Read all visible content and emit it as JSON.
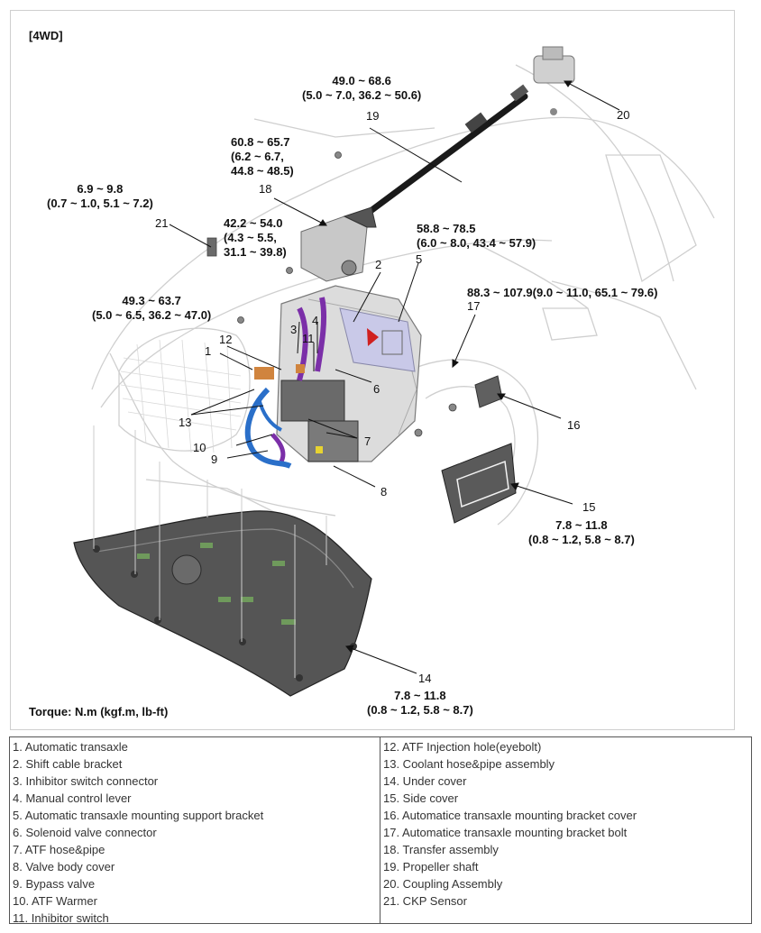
{
  "figure": {
    "tag": "[4WD]",
    "torque_unit": "Torque: N.m (kgf.m, lb-ft)",
    "callouts": [
      "1",
      "2",
      "3",
      "4",
      "5",
      "6",
      "7",
      "8",
      "9",
      "10",
      "11",
      "12",
      "13",
      "14",
      "15",
      "16",
      "17",
      "18",
      "19",
      "20",
      "21"
    ],
    "torques": {
      "t19": [
        "49.0 ~ 68.6",
        "(5.0 ~ 7.0, 36.2 ~ 50.6)"
      ],
      "t18": [
        "60.8 ~ 65.7",
        "(6.2 ~ 6.7,",
        "44.8 ~ 48.5)"
      ],
      "t21": [
        "6.9 ~ 9.8",
        "(0.7 ~ 1.0, 5.1 ~ 7.2)"
      ],
      "t18b": [
        "42.2 ~ 54.0",
        "(4.3 ~ 5.5,",
        "31.1 ~ 39.8)"
      ],
      "t5": [
        "58.8 ~ 78.5",
        "(6.0 ~ 8.0, 43.4 ~ 57.9)"
      ],
      "t17": [
        "88.3 ~ 107.9(9.0 ~ 11.0, 65.1 ~ 79.6)"
      ],
      "tmount": [
        "49.3 ~ 63.7",
        "(5.0 ~ 6.5, 36.2 ~ 47.0)"
      ],
      "t15": [
        "7.8 ~ 11.8",
        "(0.8 ~ 1.2, 5.8 ~ 8.7)"
      ],
      "t14": [
        "7.8 ~ 11.8",
        "(0.8 ~ 1.2, 5.8 ~ 8.7)"
      ]
    }
  },
  "legend": {
    "left": [
      "1. Automatic transaxle",
      "2. Shift cable bracket",
      "3. Inhibitor switch connector",
      "4. Manual control lever",
      "5. Automatic transaxle mounting support bracket",
      "6. Solenoid valve connector",
      "7. ATF hose&pipe",
      "8. Valve body cover",
      "9. Bypass valve",
      "10. ATF Warmer",
      "11. Inhibitor switch"
    ],
    "right": [
      "12. ATF Injection hole(eyebolt)",
      "13. Coolant hose&pipe assembly",
      "14. Under cover",
      "15. Side cover",
      "16. Automatice transaxle mounting bracket cover",
      "17. Automatice transaxle mounting bracket bolt",
      "18. Transfer assembly",
      "19. Propeller shaft",
      "20. Coupling Assembly",
      "21. CKP Sensor"
    ]
  }
}
